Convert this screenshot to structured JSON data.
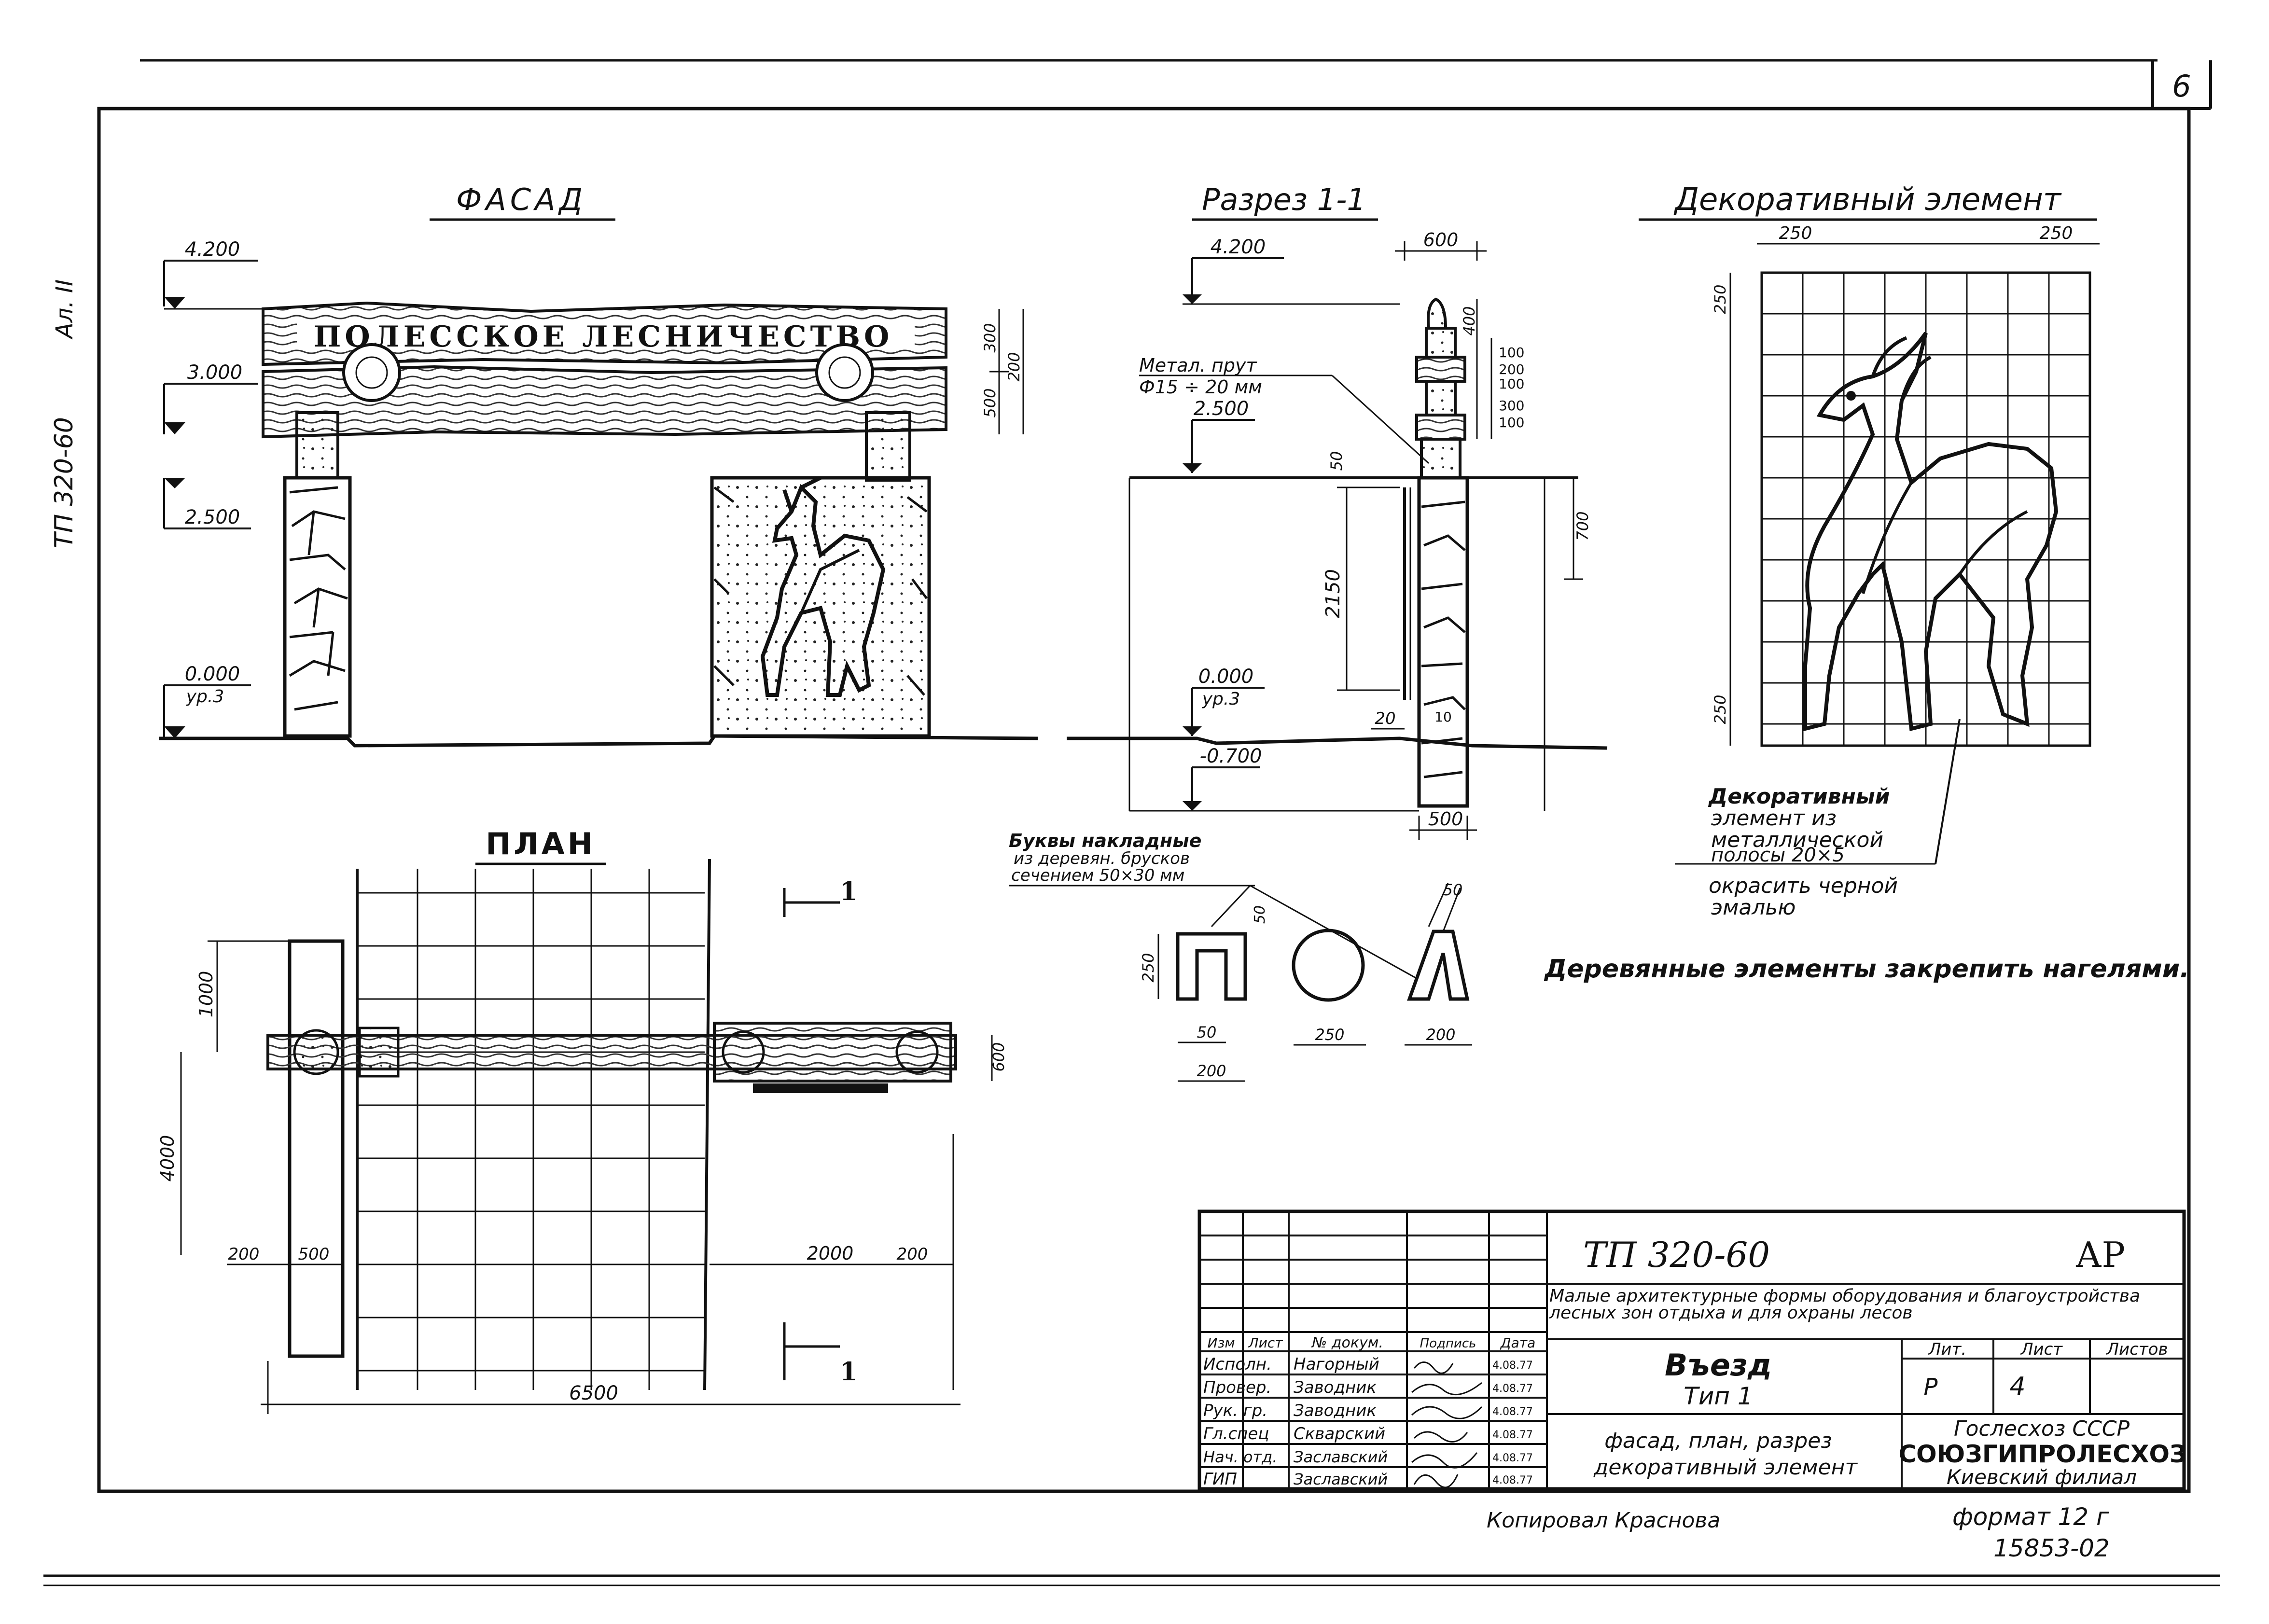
{
  "sheet": {
    "number": "6",
    "archive_code": "ТП 320-60",
    "sheet_mark": "Ал. II"
  },
  "views": {
    "facade": {
      "title": "ФАСАД",
      "sign_text": "ПОЛЕССКОЕ ЛЕСНИЧЕСТВО",
      "level_top": "4.200",
      "level_beam": "3.000",
      "level_post": "2.500",
      "level_zero": "0.000",
      "level_zero_note": "ур.3",
      "dim_upper": "300",
      "dim_lower": "500",
      "dim_total": "200"
    },
    "section": {
      "title": "Разрез 1-1",
      "level_top": "4.200",
      "rod_note_1": "Метал. прут",
      "rod_note_2": "Ф15 ÷ 20 мм",
      "level_post": "2.500",
      "level_zero": "0.000",
      "level_zero_note": "ур.3",
      "level_bottom": "-0.700",
      "dim_top_width": "600",
      "dim_400": "400",
      "dim_column": [
        "100",
        "200",
        "100",
        "300",
        "100"
      ],
      "dim_50": "50",
      "dim_2150": "2150",
      "dim_700": "700",
      "dim_20": "20",
      "dim_10": "10",
      "dim_base": "500"
    },
    "decorative": {
      "title": "Декоративный элемент",
      "dim_left": "250",
      "dim_right": "250",
      "dim_side_top": "250",
      "dim_side_bottom": "250",
      "note_1": "Декоративный",
      "note_2": "элемент из",
      "note_3": "металлической",
      "note_4": "полосы 20×5",
      "note_5": "окрасить черной",
      "note_6": "эмалью"
    },
    "plan": {
      "title": "ПЛАН",
      "dim_1000": "1000",
      "dim_4000": "4000",
      "dim_200_left": "200",
      "dim_500": "500",
      "dim_2000": "2000",
      "dim_200_right": "200",
      "dim_6500": "6500",
      "dim_600": "600",
      "section_mark": "1"
    },
    "letters": {
      "note_1": "Буквы накладные",
      "note_2": "из деревян. брусков",
      "note_3": "сечением 50×30 мм",
      "dim_250_height": "250",
      "dim_50_a": "50",
      "dim_50_b": "50",
      "dim_200_a": "200",
      "dim_250_o": "250",
      "dim_50_l": "50",
      "dim_200_l": "200"
    },
    "general_note": "Деревянные элементы закрепить нагелями."
  },
  "title_block": {
    "code": "ТП 320-60",
    "mark": "АР",
    "description": "Малые архитектурные формы оборудования и благоустройства лесных зон отдыха и для охраны лесов",
    "object": "Въезд",
    "object_type": "Тип 1",
    "sheet_content_1": "фасад, план, разрез",
    "sheet_content_2": "декоративный элемент",
    "headers": [
      "Изм",
      "Лист",
      "№ докум.",
      "Подпись",
      "Дата"
    ],
    "lit_label": "Лит.",
    "list_label": "Лист",
    "listov_label": "Листов",
    "lit_value": "Р",
    "list_value": "4",
    "roles": [
      {
        "role": "Исполн.",
        "name": "Нагорный",
        "date": "4.08.77"
      },
      {
        "role": "Провер.",
        "name": "Заводник",
        "date": "4.08.77"
      },
      {
        "role": "Рук. гр.",
        "name": "Заводник",
        "date": "4.08.77"
      },
      {
        "role": "Гл.спец",
        "name": "Скварский",
        "date": "4.08.77"
      },
      {
        "role": "Нач. отд.",
        "name": "Заславский",
        "date": "4.08.77"
      },
      {
        "role": "ГИП",
        "name": "Заславский",
        "date": "4.08.77"
      }
    ],
    "org_1": "Гослесхоз СССР",
    "org_2": "СОЮЗГИПРОЛЕСХОЗ",
    "org_3": "Киевский филиал"
  },
  "footer": {
    "copied": "Копировал Краснова",
    "format": "формат 12 г",
    "inventory": "15853-02"
  }
}
